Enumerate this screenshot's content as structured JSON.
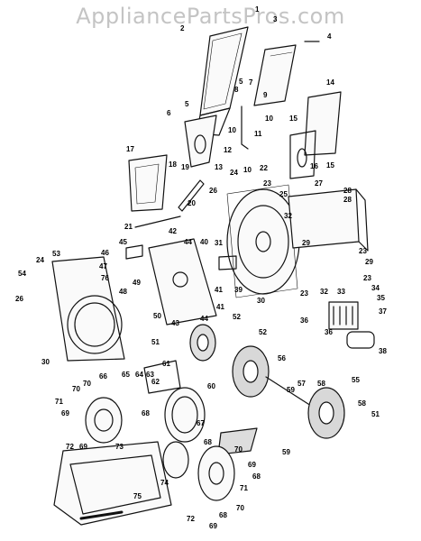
{
  "watermark": "AppliancePartsPros.com",
  "callouts": [
    "1",
    "2",
    "3",
    "4",
    "5",
    "5",
    "6",
    "7",
    "8",
    "9",
    "10",
    "10",
    "10",
    "11",
    "12",
    "13",
    "14",
    "15",
    "15",
    "16",
    "17",
    "18",
    "19",
    "20",
    "21",
    "22",
    "23",
    "23",
    "23",
    "23",
    "24",
    "24",
    "25",
    "26",
    "26",
    "27",
    "28",
    "28",
    "29",
    "29",
    "30",
    "30",
    "31",
    "32",
    "32",
    "33",
    "34",
    "35",
    "36",
    "36",
    "37",
    "38",
    "39",
    "40",
    "41",
    "41",
    "42",
    "43",
    "44",
    "44",
    "45",
    "46",
    "47",
    "48",
    "49",
    "50",
    "51",
    "51",
    "52",
    "52",
    "53",
    "54",
    "55",
    "56",
    "57",
    "58",
    "58",
    "59",
    "59",
    "60",
    "61",
    "62",
    "63",
    "64",
    "65",
    "66",
    "67",
    "68",
    "68",
    "68",
    "68",
    "69",
    "69",
    "69",
    "69",
    "70",
    "70",
    "70",
    "70",
    "71",
    "71",
    "72",
    "72",
    "73",
    "74",
    "75",
    "76"
  ]
}
